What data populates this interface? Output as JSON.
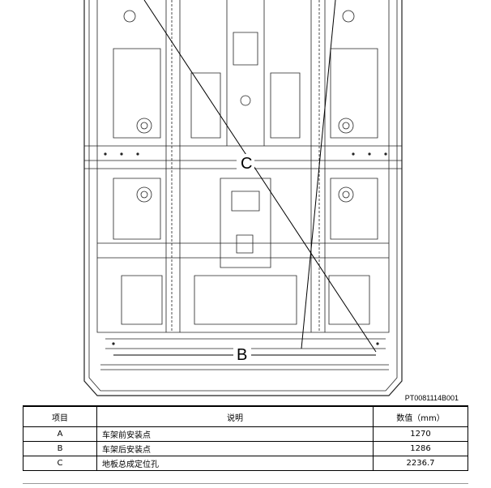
{
  "figure": {
    "code": "PT0081114B001",
    "callouts": {
      "b": "B",
      "c": "C"
    }
  },
  "table": {
    "headers": {
      "item": "项目",
      "desc": "说明",
      "value": "数值（mm）"
    },
    "rows": [
      {
        "item": "A",
        "desc": "车架前安装点",
        "value": "1270"
      },
      {
        "item": "B",
        "desc": "车架后安装点",
        "value": "1286"
      },
      {
        "item": "C",
        "desc": "地板总成定位孔",
        "value": "2236.7"
      }
    ]
  }
}
